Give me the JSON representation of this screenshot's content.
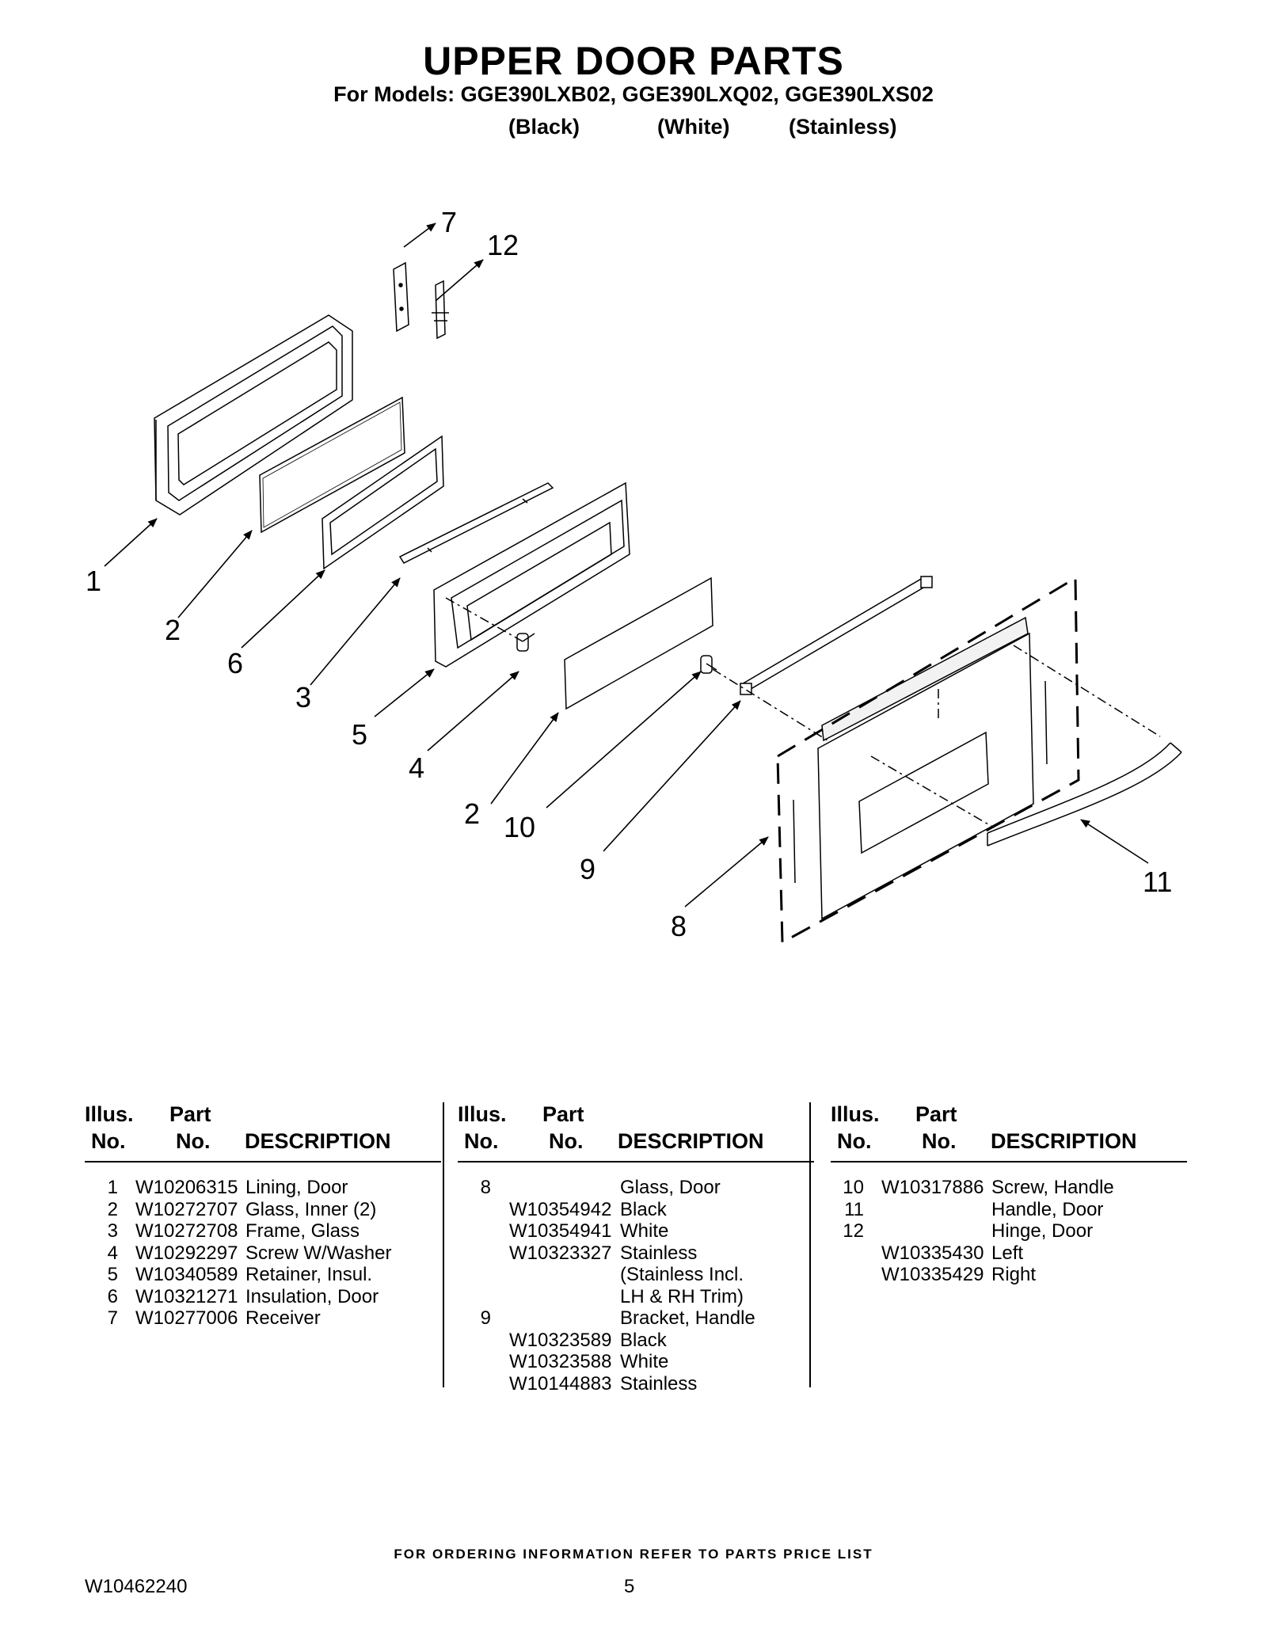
{
  "header": {
    "title": "UPPER DOOR PARTS",
    "subtitle": "For Models: GGE390LXB02, GGE390LXQ02, GGE390LXS02",
    "colors": [
      "(Black)",
      "(White)",
      "(Stainless)"
    ]
  },
  "diagram": {
    "callouts": [
      "1",
      "2",
      "3",
      "4",
      "5",
      "6",
      "7",
      "8",
      "9",
      "10",
      "11",
      "12",
      "2"
    ]
  },
  "table_headers": {
    "illus_line1": "Illus.",
    "illus_line2": "No.",
    "part_line1": "Part",
    "part_line2": "No.",
    "description": "DESCRIPTION"
  },
  "parts_tables": [
    [
      {
        "illus": "1",
        "part": "W10206315",
        "desc": "Lining, Door"
      },
      {
        "illus": "2",
        "part": "W10272707",
        "desc": "Glass, Inner (2)"
      },
      {
        "illus": "3",
        "part": "W10272708",
        "desc": "Frame, Glass"
      },
      {
        "illus": "4",
        "part": "W10292297",
        "desc": "Screw W/Washer"
      },
      {
        "illus": "5",
        "part": "W10340589",
        "desc": "Retainer, Insul."
      },
      {
        "illus": "6",
        "part": "W10321271",
        "desc": "Insulation, Door"
      },
      {
        "illus": "7",
        "part": "W10277006",
        "desc": "Receiver"
      }
    ],
    [
      {
        "illus": "8",
        "part": "",
        "desc": "Glass, Door"
      },
      {
        "illus": "",
        "part": "W10354942",
        "desc": "Black"
      },
      {
        "illus": "",
        "part": "W10354941",
        "desc": "White"
      },
      {
        "illus": "",
        "part": "W10323327",
        "desc": "Stainless"
      },
      {
        "illus": "",
        "part": "",
        "desc": "(Stainless Incl."
      },
      {
        "illus": "",
        "part": "",
        "desc": "LH & RH Trim)"
      },
      {
        "illus": "9",
        "part": "",
        "desc": "Bracket, Handle"
      },
      {
        "illus": "",
        "part": "W10323589",
        "desc": "Black"
      },
      {
        "illus": "",
        "part": "W10323588",
        "desc": "White"
      },
      {
        "illus": "",
        "part": "W10144883",
        "desc": "Stainless"
      }
    ],
    [
      {
        "illus": "10",
        "part": "W10317886",
        "desc": "Screw, Handle"
      },
      {
        "illus": "11",
        "part": "",
        "desc": "Handle, Door"
      },
      {
        "illus": "12",
        "part": "",
        "desc": "Hinge, Door"
      },
      {
        "illus": "",
        "part": "W10335430",
        "desc": "Left"
      },
      {
        "illus": "",
        "part": "W10335429",
        "desc": "Right"
      }
    ]
  ],
  "footer": {
    "note": "FOR ORDERING INFORMATION REFER TO PARTS PRICE LIST",
    "doc_number": "W10462240",
    "page_number": "5"
  }
}
